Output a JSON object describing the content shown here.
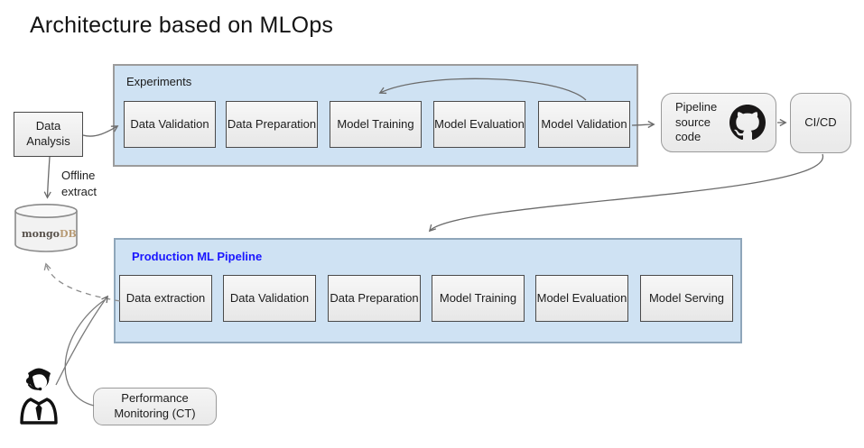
{
  "title": "Architecture based on MLOps",
  "colors": {
    "container_fill": "#cfe2f3",
    "experiments_border": "#9c9c9c",
    "production_border": "#8fa6ba",
    "production_label": "#1a16ff",
    "node_fill": "#efefef",
    "node_border": "#4a4a4a",
    "arrow": "#6b6b6b",
    "mongo_leaf_green": "#6cb33e",
    "mongo_text_dark": "#57504a",
    "mongo_text_light": "#b79a74",
    "github_black": "#191717"
  },
  "data_analysis": {
    "label": "Data Analysis"
  },
  "offline_extract": {
    "label": "Offline extract"
  },
  "experiments": {
    "label": "Experiments",
    "boxes": [
      {
        "label": "Data Validation"
      },
      {
        "label": "Data Preparation"
      },
      {
        "label": "Model Training"
      },
      {
        "label": "Model Evaluation"
      },
      {
        "label": "Model Validation"
      }
    ]
  },
  "pipeline_source": {
    "label": "Pipeline source code",
    "icon": "github-icon"
  },
  "cicd": {
    "label": "CI/CD"
  },
  "production": {
    "label": "Production ML Pipeline",
    "boxes": [
      {
        "label": "Data extraction"
      },
      {
        "label": "Data Validation"
      },
      {
        "label": "Data Preparation"
      },
      {
        "label": "Model Training"
      },
      {
        "label": "Model Evaluation"
      },
      {
        "label": "Model Serving"
      }
    ]
  },
  "mongodb": {
    "label_mongo": "mongo",
    "label_db": "DB",
    "icon": "mongodb-leaf-icon"
  },
  "performance_monitoring": {
    "label": "Performance Monitoring (CT)"
  },
  "person": {
    "icon": "support-person-icon"
  }
}
